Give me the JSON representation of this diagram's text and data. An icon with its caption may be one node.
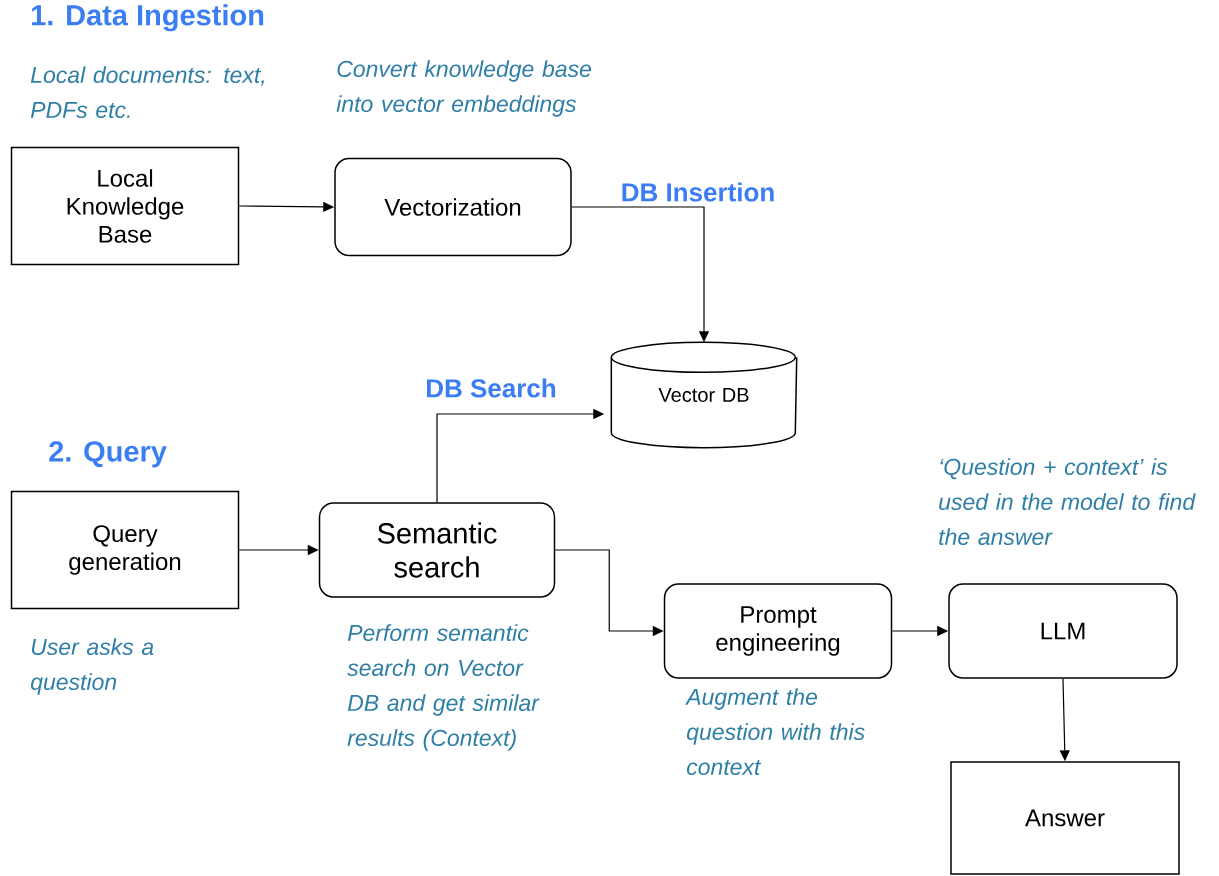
{
  "diagram": {
    "nodes": [
      {
        "text": [
          "Local Knowledge Base"
        ],
        "beside": [
          "Local documents: text, PDFs etc."
        ]
      },
      {
        "text": [
          "Vectorization"
        ],
        "beside": [
          "Convert knowledge base into vector embeddings"
        ]
      },
      {
        "text": [
          "Vector DB"
        ]
      },
      {
        "text": [
          "Query generation"
        ],
        "beside": [
          "User asks a question"
        ]
      },
      {
        "text": [
          "Semantic search"
        ],
        "beside": [
          "Perform semantic search on Vector DB and get similar results (Context)"
        ]
      },
      {
        "text": [
          "Prompt engineering"
        ],
        "beside": [
          "Augment the question with this context"
        ]
      },
      {
        "text": [
          "LLM"
        ],
        "beside": [
          "‘Question + context’ is used in the model to find the answer"
        ]
      },
      {
        "text": [
          "Answer"
        ]
      }
    ],
    "edges": [
      {
        "from": 0,
        "to": 1,
        "arrow": "to"
      },
      {
        "from": 1,
        "to": 2,
        "arrow": "to",
        "label": "DB Insertion"
      },
      {
        "from": 4,
        "to": 2,
        "arrow": "to",
        "label": "DB Search"
      },
      {
        "from": 3,
        "to": 4,
        "arrow": "to"
      },
      {
        "from": 4,
        "to": 5,
        "arrow": "to"
      },
      {
        "from": 5,
        "to": 6,
        "arrow": "to"
      },
      {
        "from": 6,
        "to": 7,
        "arrow": "to"
      }
    ],
    "labels": [
      "1. Data Ingestion",
      "2. Query"
    ]
  }
}
